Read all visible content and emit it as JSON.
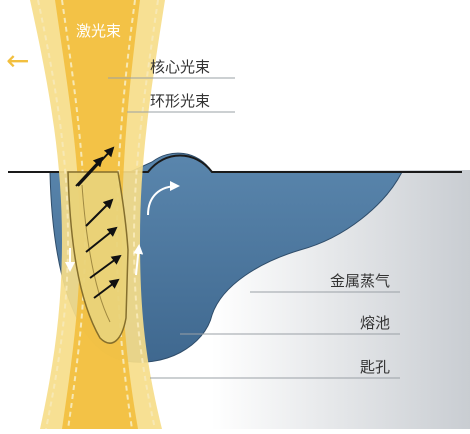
{
  "labels": {
    "laser_beam": "激光束",
    "core_beam": "核心光束",
    "ring_beam": "环形光束",
    "metal_vapor": "金属蒸气",
    "molten_pool": "熔池",
    "keyhole": "匙孔"
  },
  "motion_arrow": "←",
  "colors": {
    "background": "#ffffff",
    "gray_tint": "#c9cdd2",
    "melt_pool": "#4f7aa2",
    "melt_pool_edge": "#2f4d6a",
    "laser_outer": "#f6dd8a",
    "laser_core": "#f2bf3e",
    "laser_dashed": "#f4e2a4",
    "keyhole_fill": "#ead37a",
    "keyhole_edge": "#806a2a",
    "leader_lines": "#9aa0a6",
    "text": "#333333",
    "laser_text": "#ffffff"
  }
}
